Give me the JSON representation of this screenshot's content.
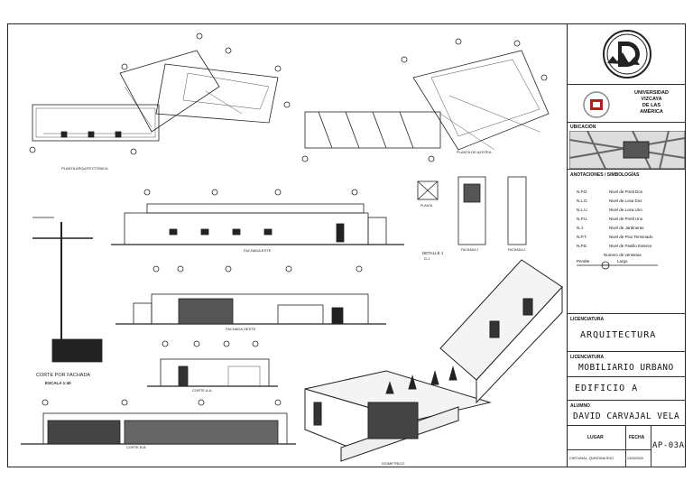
{
  "drawing_labels": {
    "planta_arquitectonica": "PLANTA ARQUITECTÓNICA",
    "planta_azotea": "PLANTA DE AZOTEA",
    "fachada_este": "FACHADA ESTE",
    "fachada_oeste": "FACHADA OESTE",
    "corte_aa": "CORTE A-A",
    "corte_bb": "CORTE B-B",
    "isometrico": "ISOMETRICO",
    "corte_fachada": "CORTE POR FACHADA",
    "escala": "ESCALA 1:40",
    "detalle": "DETALLE 1",
    "detalle_sub": "D-1",
    "planta_det": "PLANTA",
    "fachada1": "FACHADA 1",
    "fachada2": "FACHADA 2"
  },
  "title_block": {
    "university": [
      "UNIVERSIDAD",
      "VIZCAYA",
      "DE LAS",
      "AMÉRICA"
    ],
    "ubicacion_label": "UBICACIÓN",
    "anotaciones_label": "ANOTACIONES / SIMBOLOGÍAS",
    "legend": [
      {
        "code": "N.P.D.",
        "desc": "Nivel de Pretil Dos"
      },
      {
        "code": "N.L.D.",
        "desc": "Nivel de Losa Dos"
      },
      {
        "code": "N.L.U.",
        "desc": "Nivel de Losa Uno"
      },
      {
        "code": "N.P.U.",
        "desc": "Nivel de Pretil Uno"
      },
      {
        "code": "N.J.",
        "desc": "Nivel de Jardineras"
      },
      {
        "code": "N.P.T.",
        "desc": "Nivel de Piso Terminado"
      },
      {
        "code": "N.P.E.",
        "desc": "Nivel de Pasillo Exterior"
      }
    ],
    "numero_ventanas": "Numero de ventanas",
    "peralte": "Peralte",
    "largo": "Largo",
    "licenciatura_label_1": "LICENCIATURA",
    "licenciatura_value_1": "ARQUITECTURA",
    "licenciatura_label_2": "LICENCIATURA",
    "licenciatura_value_2": "MOBILIARIO URBANO",
    "edificio": "EDIFICIO A",
    "alumno_label": "ALUMNO",
    "alumno_value": "DAVID CARVAJAL VELA",
    "lugar_label": "LUGAR",
    "fecha_label": "FECHA",
    "lugar_value": "CHETUMAL, QUINTANA ROO",
    "fecha_value": "13/03/2020",
    "sheet_number": "AP-03A"
  }
}
